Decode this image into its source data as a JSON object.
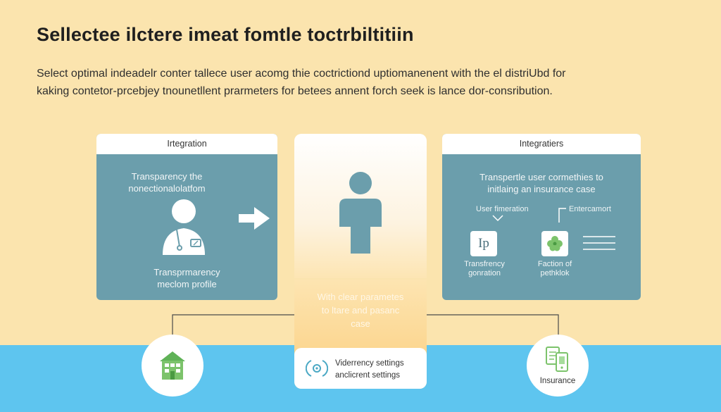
{
  "title": "Sellectee ilctere imeat fomtle toctrbiltitiin",
  "description": {
    "line1": "Select optimal indeadelr conter tallece user acomg thie coctrictiond uptiomanenent with the el distriUbd for",
    "line2": "kaking contetor-prcebjey tnounetllent prarmeters for betees annent forch seek is lance dor-consribution."
  },
  "left_panel": {
    "header": "Irtegration",
    "top_text_1": "Transparency the",
    "top_text_2": "nonectionalolatfom",
    "bottom_text_1": "Transprmarency",
    "bottom_text_2": "meclom profile"
  },
  "center_panel": {
    "text_1": "With clear parametes",
    "text_2": "to ltare and pasanc",
    "text_3": "case",
    "settings_1": "Viderrency settings",
    "settings_2": "anclicrent settings"
  },
  "right_panel": {
    "header": "Integratiers",
    "text_1": "Transpertle user cormethies to",
    "text_2": "initlaing an insurance case",
    "label_left": "User fimeration",
    "label_right": "Entercamort",
    "tile_text": "Ip",
    "caption_left_1": "Transfrency",
    "caption_left_2": "gonration",
    "caption_right_1": "Faction of",
    "caption_right_2": "pethklok"
  },
  "circles": {
    "right_label": "Insurance"
  },
  "colors": {
    "background": "#fbe4ae",
    "panel": "#6b9eac",
    "band": "#5ec5ef",
    "accent_green": "#7cc36b",
    "center_gradient_end": "#fbcf80"
  }
}
